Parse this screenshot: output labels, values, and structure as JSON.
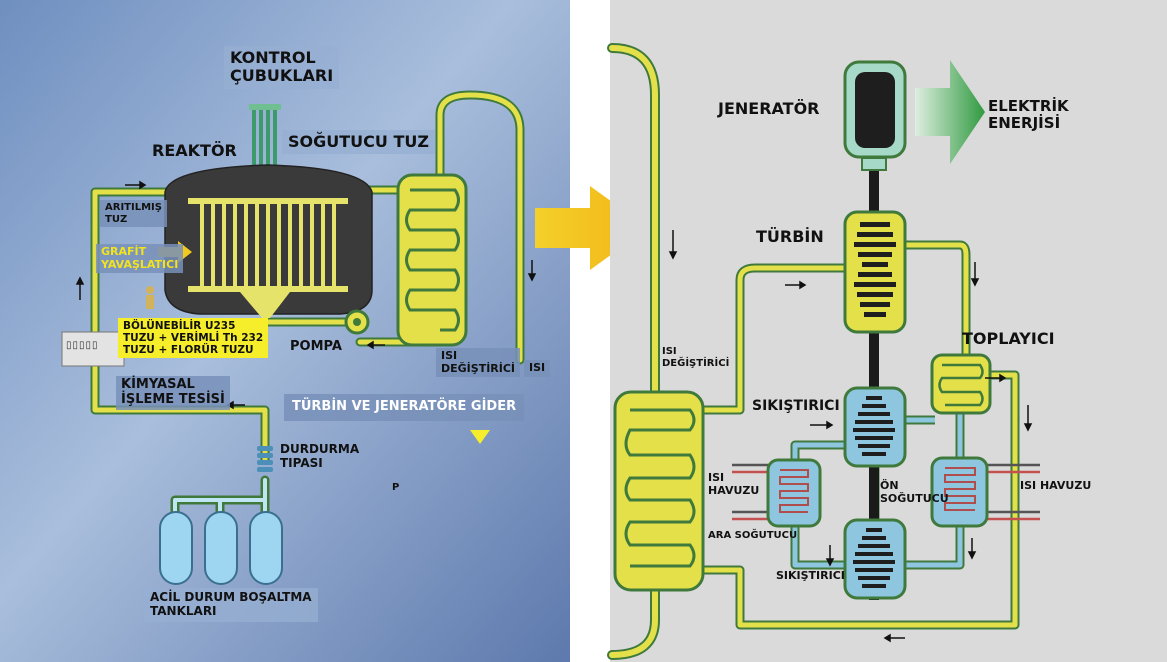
{
  "left": {
    "labels": {
      "kontrol_1": "KONTROL",
      "kontrol_2": "ÇUBUKLARI",
      "reaktor": "REAKTÖR",
      "sogutucu": "SOĞUTUCU TUZ",
      "aritilmis_1": "ARITILMIŞ",
      "aritilmis_2": "TUZ",
      "grafit_1": "GRAFİT",
      "grafit_2": "YAVAŞLATICI",
      "fuel_1": "BÖLÜNEBİLİR U235",
      "fuel_2": "TUZU + VERİMLİ Th 232",
      "fuel_3": "TUZU + FLORÜR TUZU",
      "pompa": "POMPA",
      "isi_degistirici_1": "ISI",
      "isi_degistirici_2": "DEĞİŞTİRİCİ",
      "isi": "ISI",
      "kimyasal_1": "KİMYASAL",
      "kimyasal_2": "İŞLEME TESİSİ",
      "turbin_jen": "TÜRBİN VE JENERATÖRE GİDER",
      "durdurma_1": "DURDURMA",
      "durdurma_2": "TIPASI",
      "p": "P",
      "acil_1": "ACİL DURUM BOŞALTMA",
      "acil_2": "TANKLARI",
      "panel": "▯▯▯▯▯"
    }
  },
  "right": {
    "labels": {
      "jenerator": "JENERATÖR",
      "elektrik_1": "ELEKTRİK",
      "elektrik_2": "ENERJİSİ",
      "turbin": "TÜRBİN",
      "toplayici": "TOPLAYICI",
      "isi_degistirici_1": "ISI",
      "isi_degistirici_2": "DEĞİŞTİRİCİ",
      "sikistirici_top": "SIKIŞTIRICI",
      "isi_havuzu_left_1": "ISI",
      "isi_havuzu_left_2": "HAVUZU",
      "on_sogutucu_1": "ÖN",
      "on_sogutucu_2": "SOĞUTUCU",
      "isi_havuzu_right": "ISI HAVUZU",
      "ara_sogutucu": "ARA SOĞUTUCU",
      "sikistirici_bottom": "SIKIŞTIRICI"
    }
  },
  "colors": {
    "pipe_yellow": "#e4e04a",
    "pipe_green": "#3f7a3c",
    "reactor_dark": "#3a3a3a",
    "arrow_yellow": "#f6c21b",
    "arrow_green": "#3f9f4a",
    "right_bg": "#dadada",
    "blue_loop": "#8ec6e0"
  }
}
